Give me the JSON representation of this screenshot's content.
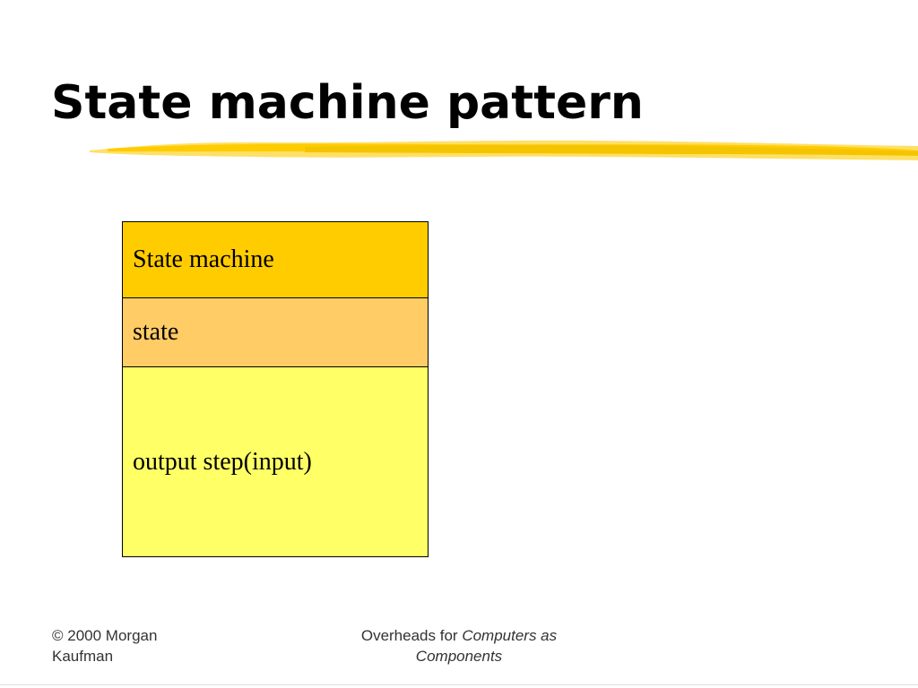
{
  "slide": {
    "title": "State machine pattern"
  },
  "class_box": {
    "name": "State machine",
    "attribute": "state",
    "operation": "output step(input)",
    "colors": {
      "name_fill": "#FFCC00",
      "attribute_fill": "#FFCC66",
      "operation_fill": "#FFFF66",
      "border": "#000000"
    }
  },
  "brush_colors": [
    "#FFE066",
    "#FFCC00",
    "#F5C400"
  ],
  "footer": {
    "copyright_line1": "© 2000 Morgan",
    "copyright_line2": "Kaufman",
    "overheads_prefix": "Overheads for",
    "book_title_line1": "Computers as",
    "book_title_line2": "Components"
  }
}
